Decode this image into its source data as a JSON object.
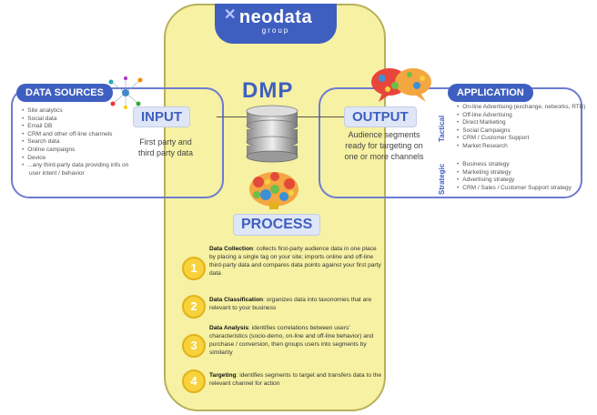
{
  "logo": {
    "name": "neodata",
    "sub": "group"
  },
  "dmp_title": "DMP",
  "process_label": "PROCESS",
  "data_sources": {
    "title": "DATA SOURCES",
    "items": [
      "Site analytics",
      "Social data",
      "Email DB",
      "CRM and other off-line channels",
      "Search data",
      "Online campaigns",
      "Device",
      "...any third-party data providing info on user intent / behavior"
    ]
  },
  "input": {
    "label": "INPUT",
    "caption_line1": "First party and",
    "caption_line2": "third party data"
  },
  "output": {
    "label": "OUTPUT",
    "caption_line1": "Audience segments",
    "caption_line2": "ready for targeting on",
    "caption_line3": "one or more channels"
  },
  "application": {
    "title": "APPLICATION",
    "tactical_label": "Tactical",
    "tactical_items": [
      "On-line Advertising (exchange, networks, RTB)",
      "Off-line Advertising",
      "Direct Marketing",
      "Social Campaigns",
      "CRM / Customer Support",
      "Market Research"
    ],
    "strategic_label": "Strategic",
    "strategic_items": [
      "Business strategy",
      "Marketing strategy",
      "Advertising strategy",
      "CRM / Sales / Customer Support strategy"
    ]
  },
  "steps": [
    {
      "num": "1",
      "title": "Data Collection",
      "text": ": collects first-party audience data in one place by placing a single tag on your site; imports online and off-line third-party data and compares data points against your first party data"
    },
    {
      "num": "2",
      "title": "Data Classification",
      "text": ": organizes data into taxonomies that are relevant to your business"
    },
    {
      "num": "3",
      "title": "Data Analysis",
      "text": ": identifies correlations between users' characteristics (socio-demo, on-line and off-line behavior) and purchase / conversion, then groups users into segments by similarity"
    },
    {
      "num": "4",
      "title": "Targeting",
      "text": ": identifies segments to target and transfers data to the relevant channel for action"
    }
  ],
  "colors": {
    "accent": "#3f5fc0",
    "panel": "#f6f1a3",
    "step": "#f7d23c"
  },
  "icons": [
    "database-icon",
    "brain-icon",
    "speech-bubbles-icon",
    "network-icon"
  ]
}
